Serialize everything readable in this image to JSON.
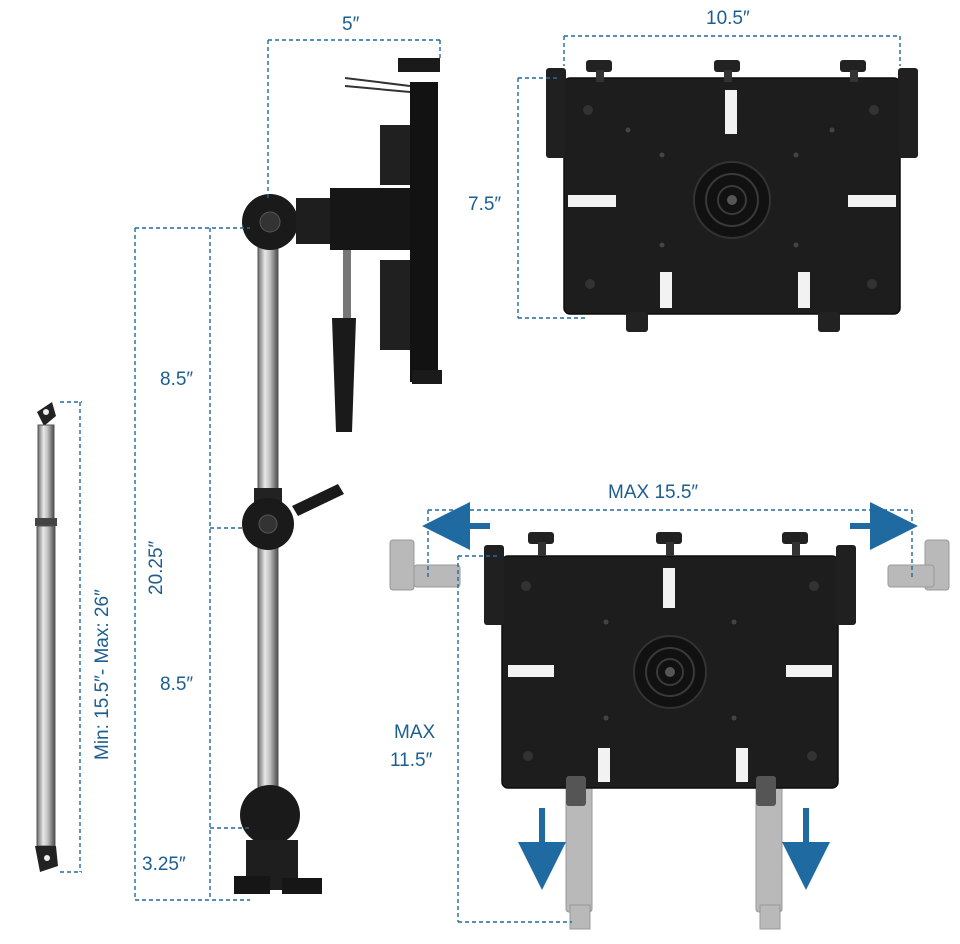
{
  "labels": {
    "arm_depth": "5″",
    "plate_width": "10.5″",
    "plate_height": "7.5″",
    "upper_arm": "8.5″",
    "total_height": "20.25″",
    "lower_arm": "8.5″",
    "base_height": "3.25″",
    "pole_range": "Min: 15.5″- Max: 26″",
    "max_width": "MAX 15.5″",
    "max_height_line1": "MAX",
    "max_height_line2": "11.5″"
  },
  "colors": {
    "dimension": "#1c5e8f",
    "arrow": "#1f6aa0",
    "plate": "#1d1d1d",
    "ghost": "#b9b9b9"
  }
}
